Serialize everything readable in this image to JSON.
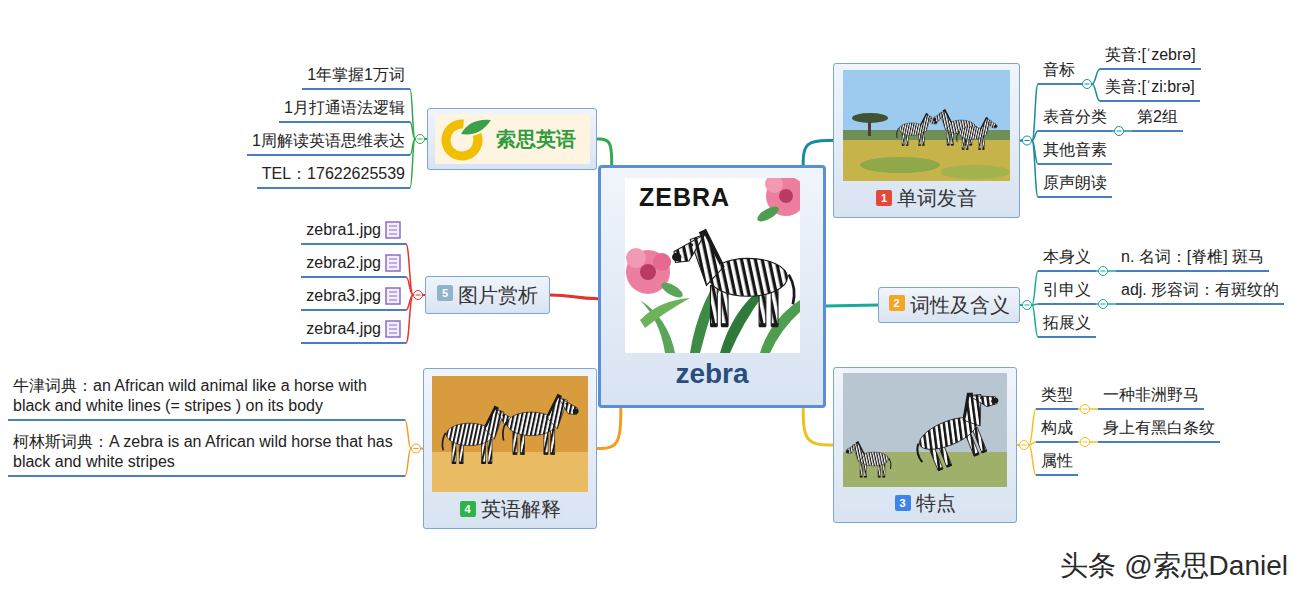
{
  "diagram": {
    "nodes": [
      {
        "text": [
          "zebra"
        ]
      },
      {
        "text": [
          "1",
          "单词发音"
        ]
      },
      {
        "text": [
          "音标"
        ]
      },
      {
        "text": [
          "英音:[ˈzebrə]"
        ]
      },
      {
        "text": [
          "美音:[ˈzi:brə]"
        ]
      },
      {
        "text": [
          "表音分类"
        ]
      },
      {
        "text": [
          "第2组"
        ]
      },
      {
        "text": [
          "其他音素"
        ]
      },
      {
        "text": [
          "原声朗读"
        ]
      },
      {
        "text": [
          "2",
          "词性及含义"
        ]
      },
      {
        "text": [
          "本身义"
        ]
      },
      {
        "text": [
          "n. 名词：[脊椎] 斑马"
        ]
      },
      {
        "text": [
          "引申义"
        ]
      },
      {
        "text": [
          "adj. 形容词：有斑纹的"
        ]
      },
      {
        "text": [
          "拓展义"
        ]
      },
      {
        "text": [
          "3",
          "特点"
        ]
      },
      {
        "text": [
          "类型"
        ]
      },
      {
        "text": [
          "一种非洲野马"
        ]
      },
      {
        "text": [
          "构成"
        ]
      },
      {
        "text": [
          "身上有黑白条纹"
        ]
      },
      {
        "text": [
          "属性"
        ]
      },
      {
        "text": [
          "4",
          "英语解释"
        ]
      },
      {
        "text": [
          "牛津词典：an African wild animal like a horse with black and white lines (= stripes ) on its body"
        ]
      },
      {
        "text": [
          "柯林斯词典：A zebra is an African wild horse that has black and white stripes"
        ]
      },
      {
        "text": [
          "5",
          "图片赏析"
        ]
      },
      {
        "text": [
          "zebra1.jpg"
        ]
      },
      {
        "text": [
          "zebra2.jpg"
        ]
      },
      {
        "text": [
          "zebra3.jpg"
        ]
      },
      {
        "text": [
          "zebra4.jpg"
        ]
      },
      {
        "text": [
          "索思英语"
        ]
      },
      {
        "text": [
          "1年掌握1万词"
        ]
      },
      {
        "text": [
          "1月打通语法逻辑"
        ]
      },
      {
        "text": [
          "1周解读英语思维表达"
        ]
      },
      {
        "text": [
          "TEL：17622625539"
        ]
      }
    ],
    "edges": [
      {
        "from": 0,
        "to": 1,
        "arrow": "none"
      },
      {
        "from": 0,
        "to": 9,
        "arrow": "none"
      },
      {
        "from": 0,
        "to": 15,
        "arrow": "none"
      },
      {
        "from": 0,
        "to": 21,
        "arrow": "none"
      },
      {
        "from": 0,
        "to": 24,
        "arrow": "none"
      },
      {
        "from": 0,
        "to": 29,
        "arrow": "none"
      },
      {
        "from": 1,
        "to": 2,
        "arrow": "none"
      },
      {
        "from": 2,
        "to": 3,
        "arrow": "none"
      },
      {
        "from": 2,
        "to": 4,
        "arrow": "none"
      },
      {
        "from": 1,
        "to": 5,
        "arrow": "none"
      },
      {
        "from": 5,
        "to": 6,
        "arrow": "none"
      },
      {
        "from": 1,
        "to": 7,
        "arrow": "none"
      },
      {
        "from": 1,
        "to": 8,
        "arrow": "none"
      },
      {
        "from": 9,
        "to": 10,
        "arrow": "none"
      },
      {
        "from": 10,
        "to": 11,
        "arrow": "none"
      },
      {
        "from": 9,
        "to": 12,
        "arrow": "none"
      },
      {
        "from": 12,
        "to": 13,
        "arrow": "none"
      },
      {
        "from": 9,
        "to": 14,
        "arrow": "none"
      },
      {
        "from": 15,
        "to": 16,
        "arrow": "none"
      },
      {
        "from": 16,
        "to": 17,
        "arrow": "none"
      },
      {
        "from": 15,
        "to": 18,
        "arrow": "none"
      },
      {
        "from": 18,
        "to": 19,
        "arrow": "none"
      },
      {
        "from": 15,
        "to": 20,
        "arrow": "none"
      },
      {
        "from": 21,
        "to": 22,
        "arrow": "none"
      },
      {
        "from": 21,
        "to": 23,
        "arrow": "none"
      },
      {
        "from": 24,
        "to": 25,
        "arrow": "none"
      },
      {
        "from": 24,
        "to": 26,
        "arrow": "none"
      },
      {
        "from": 24,
        "to": 27,
        "arrow": "none"
      },
      {
        "from": 24,
        "to": 28,
        "arrow": "none"
      },
      {
        "from": 29,
        "to": 30,
        "arrow": "none"
      },
      {
        "from": 29,
        "to": 31,
        "arrow": "none"
      },
      {
        "from": 29,
        "to": 32,
        "arrow": "none"
      },
      {
        "from": 29,
        "to": 33,
        "arrow": "none"
      }
    ],
    "labels": [
      "ZEBRA",
      "头条 @索思Daniel"
    ]
  }
}
